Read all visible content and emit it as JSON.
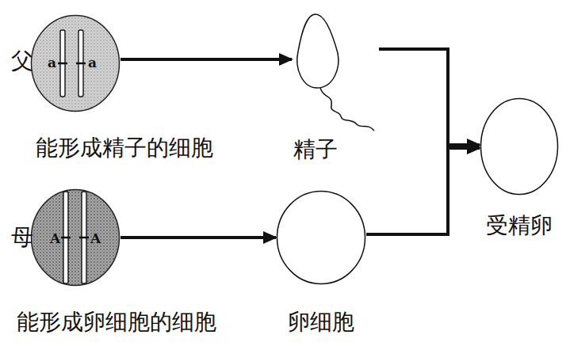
{
  "diagram": {
    "nodes": [
      {
        "text": [
          "能形成精子的细胞"
        ]
      },
      {
        "text": [
          "精子"
        ]
      },
      {
        "text": [
          "能形成卵细胞的细胞"
        ]
      },
      {
        "text": [
          "卵细胞"
        ]
      },
      {
        "text": [
          "受精卵"
        ]
      }
    ],
    "edges": [
      {
        "from": 0,
        "to": 1,
        "arrow": "to"
      },
      {
        "from": 2,
        "to": 3,
        "arrow": "to"
      },
      {
        "from": 1,
        "to": 4,
        "arrow": "to"
      },
      {
        "from": 3,
        "to": 4,
        "arrow": "to"
      }
    ],
    "labels": [
      "父",
      "母",
      "a",
      "a",
      "A",
      "A"
    ]
  }
}
